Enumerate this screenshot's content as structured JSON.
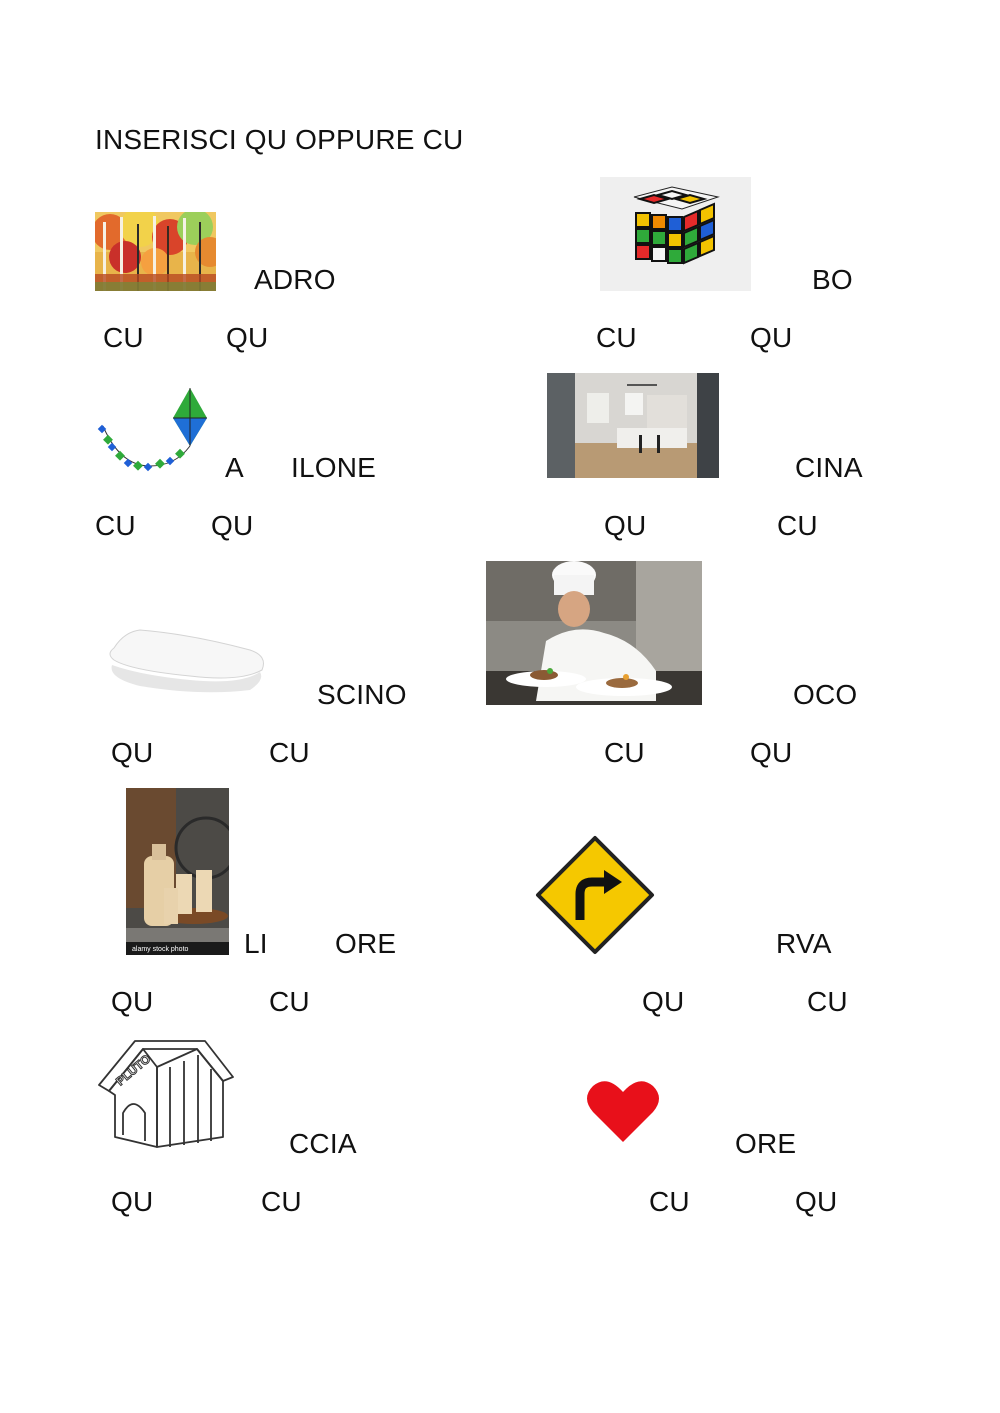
{
  "title": "INSERISCI QU OPPURE CU",
  "items": [
    {
      "picture": "autumn-forest-painting",
      "fragments": [
        "ADRO"
      ],
      "options": [
        "CU",
        "QU"
      ]
    },
    {
      "picture": "rubiks-cube",
      "fragments": [
        "BO"
      ],
      "options": [
        "CU",
        "QU"
      ]
    },
    {
      "picture": "kite",
      "fragments": [
        "A",
        "ILONE"
      ],
      "options": [
        "CU",
        "QU"
      ]
    },
    {
      "picture": "kitchen-photo",
      "fragments": [
        "CINA"
      ],
      "options": [
        "QU",
        "CU"
      ]
    },
    {
      "picture": "pillow",
      "fragments": [
        "SCINO"
      ],
      "options": [
        "QU",
        "CU"
      ]
    },
    {
      "picture": "chef-photo",
      "fragments": [
        "OCO"
      ],
      "options": [
        "CU",
        "QU"
      ]
    },
    {
      "picture": "liqueur-bottle-photo",
      "fragments": [
        "LI",
        "ORE"
      ],
      "options": [
        "QU",
        "CU"
      ],
      "image_caption": "alamy stock photo"
    },
    {
      "picture": "curve-road-sign",
      "fragments": [
        "RVA"
      ],
      "options": [
        "QU",
        "CU"
      ]
    },
    {
      "picture": "doghouse-drawing",
      "fragments": [
        "CCIA"
      ],
      "options": [
        "QU",
        "CU"
      ],
      "image_caption": "PLUTO"
    },
    {
      "picture": "red-heart",
      "fragments": [
        "ORE"
      ],
      "options": [
        "CU",
        "QU"
      ]
    }
  ]
}
